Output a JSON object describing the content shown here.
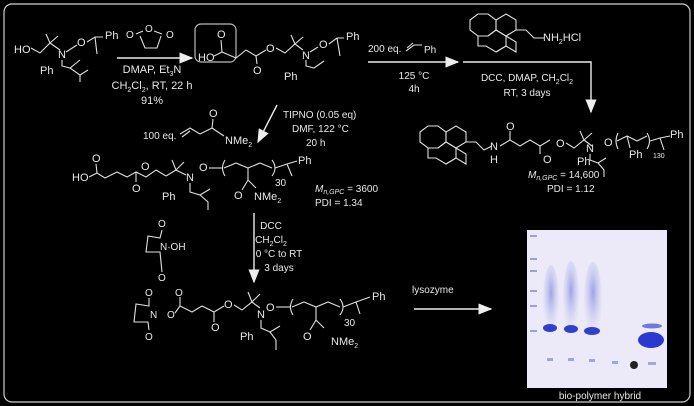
{
  "scheme": {
    "step1": {
      "reagents": "DMAP, Et",
      "reagents_sub": "3",
      "reagents_tail": "N",
      "solvent": "CH",
      "solvent_sub1": "2",
      "solvent_mid": "Cl",
      "solvent_sub2": "2",
      "solvent_tail": ", RT, 22 h",
      "yield": "91%"
    },
    "step2": {
      "monomer_eq": "200 eq.",
      "temp": "125 °C",
      "time": "4h"
    },
    "step3": {
      "amine": "NH",
      "amine_sub": "2",
      "amine_tail": "HCl",
      "line1": "DCC, DMAP, CH",
      "line1_sub": "2",
      "line1_mid": "Cl",
      "line1_sub2": "2",
      "line2": "RT, 3 days"
    },
    "step4": {
      "catalyst": "TIPNO (0.05 eq)",
      "solvent": "DMF, 122 °C",
      "time": "20 h",
      "monomer_eq": "100 eq."
    },
    "step5": {
      "reagent": "DCC",
      "solvent": "CH",
      "solvent_sub": "2",
      "solvent_mid": "Cl",
      "solvent_sub2": "2",
      "temp": "0 °C to RT",
      "time": "3 days",
      "nhs": "N·OH"
    },
    "step6": {
      "reagent": "lysozyme"
    },
    "polymer_pdma": {
      "mn_label": "M",
      "mn_sub": "n,GPC",
      "mn_value": " = 3600",
      "pdi": "PDI = 1.34",
      "repeat": "30"
    },
    "polymer_ps": {
      "mn_label": "M",
      "mn_sub": "n,GPC",
      "mn_value": " = 14,600",
      "pdi": "PDI = 1.12",
      "repeat": "130"
    },
    "atoms": {
      "HO": "HO",
      "O": "O",
      "N": "N",
      "Ph": "Ph",
      "NMe": "NMe",
      "two": "2",
      "H": "H"
    },
    "gel_caption": "bio-polymer hybrid"
  },
  "colors": {
    "background": "#000000",
    "frame": "#cfcfcf",
    "gel_bg": "#eceaf8",
    "band": "#3140c8"
  }
}
